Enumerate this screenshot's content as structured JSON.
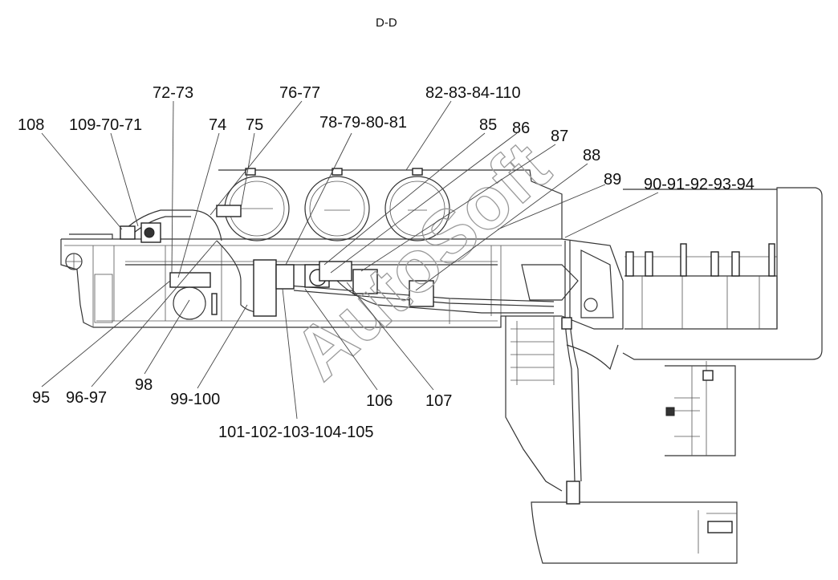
{
  "view_title": "D-D",
  "watermark": "AutoSoft",
  "callouts": [
    {
      "id": "c108",
      "text": "108"
    },
    {
      "id": "c109",
      "text": "109-70-71"
    },
    {
      "id": "c72",
      "text": "72-73"
    },
    {
      "id": "c74",
      "text": "74"
    },
    {
      "id": "c75",
      "text": "75"
    },
    {
      "id": "c76",
      "text": "76-77"
    },
    {
      "id": "c78",
      "text": "78-79-80-81"
    },
    {
      "id": "c82",
      "text": "82-83-84-110"
    },
    {
      "id": "c85",
      "text": "85"
    },
    {
      "id": "c86",
      "text": "86"
    },
    {
      "id": "c87",
      "text": "87"
    },
    {
      "id": "c88",
      "text": "88"
    },
    {
      "id": "c89",
      "text": "89"
    },
    {
      "id": "c90",
      "text": "90-91-92-93-94"
    },
    {
      "id": "c95",
      "text": "95"
    },
    {
      "id": "c96",
      "text": "96-97"
    },
    {
      "id": "c98",
      "text": "98"
    },
    {
      "id": "c99",
      "text": "99-100"
    },
    {
      "id": "c101",
      "text": "101-102-103-104-105"
    },
    {
      "id": "c106",
      "text": "106"
    },
    {
      "id": "c107",
      "text": "107"
    }
  ]
}
